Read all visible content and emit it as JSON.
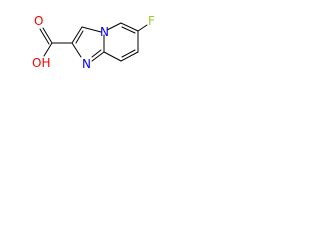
{
  "molecule": {
    "atoms": {
      "fluorine": "F",
      "nitrogen_bridge": "N",
      "nitrogen_ring": "N",
      "carbonyl_oxygen": "O",
      "hydroxyl": "OH"
    },
    "colors": {
      "bond": "#000000",
      "fluorine": "#9ACD32",
      "nitrogen": "#0000FF",
      "oxygen": "#FF0000"
    }
  }
}
